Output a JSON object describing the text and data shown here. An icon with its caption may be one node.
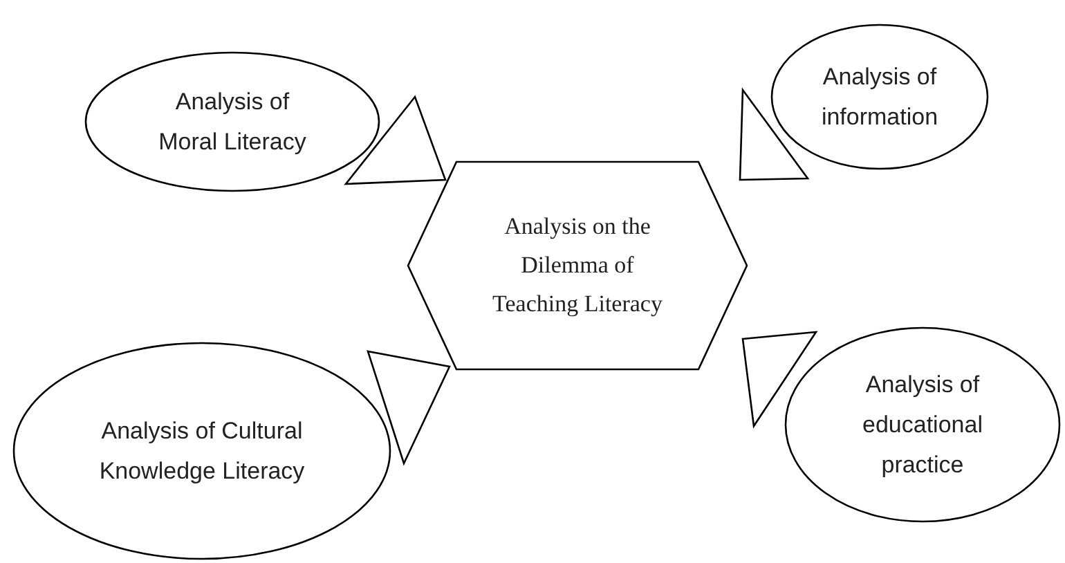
{
  "diagram": {
    "nodes": [
      {
        "text": [
          "Analysis on the Dilemma of Teaching Literacy"
        ]
      },
      {
        "text": [
          "Analysis of Moral Literacy"
        ]
      },
      {
        "text": [
          "Analysis of information"
        ]
      },
      {
        "text": [
          "Analysis of Cultural Knowledge Literacy"
        ]
      },
      {
        "text": [
          "Analysis of educational practice"
        ]
      }
    ],
    "edges": [
      {
        "from": 1,
        "to": 0,
        "arrow": "both"
      },
      {
        "from": 0,
        "to": 2,
        "arrow": "to"
      },
      {
        "from": 3,
        "to": 0,
        "arrow": "both"
      },
      {
        "from": 4,
        "to": 0,
        "arrow": "both"
      }
    ]
  }
}
